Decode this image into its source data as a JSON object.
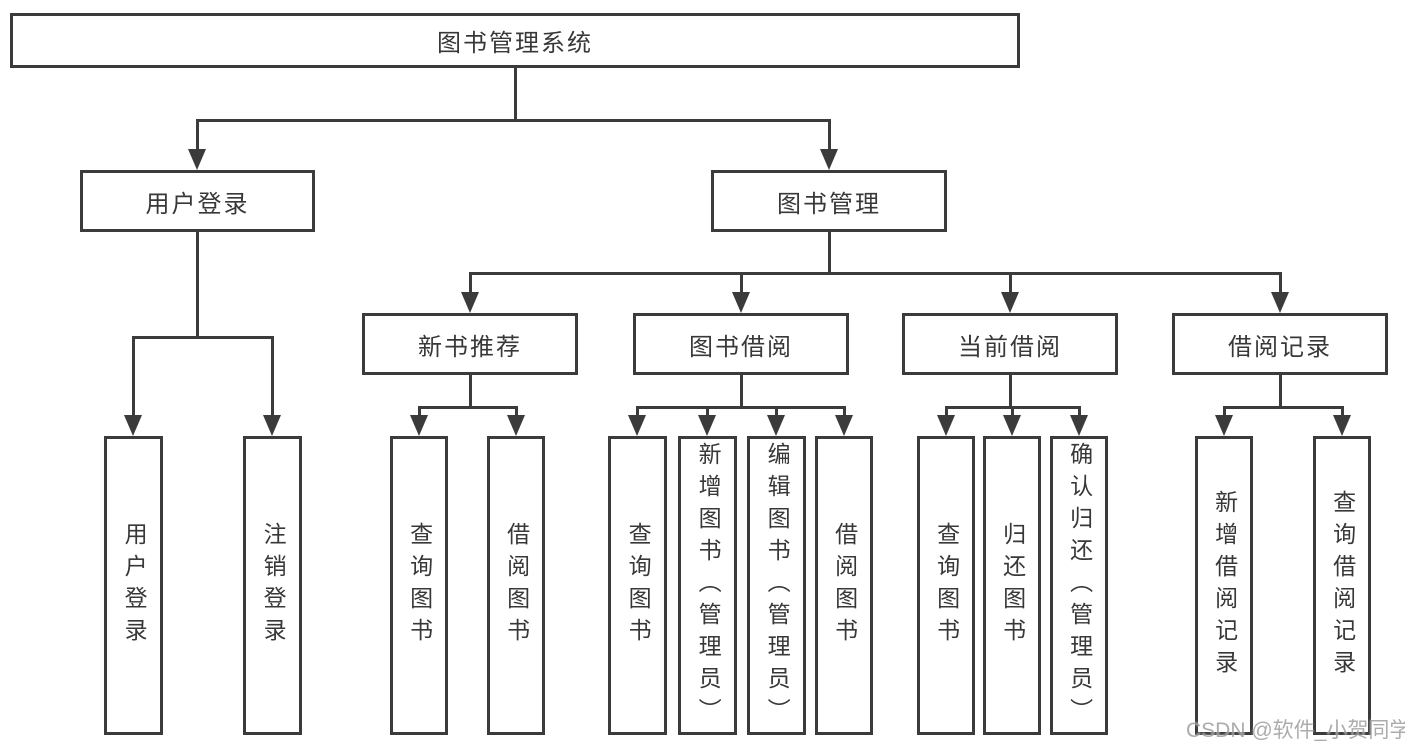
{
  "diagram": {
    "root_label": "图书管理系统",
    "branches": [
      {
        "label": "用户登录",
        "children": [
          {
            "label": "用户登录"
          },
          {
            "label": "注销登录"
          }
        ]
      },
      {
        "label": "图书管理",
        "children": [
          {
            "label": "新书推荐",
            "children": [
              {
                "label": "查询图书"
              },
              {
                "label": "借阅图书"
              }
            ]
          },
          {
            "label": "图书借阅",
            "children": [
              {
                "label": "查询图书"
              },
              {
                "label": "新增图书（管理员）"
              },
              {
                "label": "编辑图书（管理员）"
              },
              {
                "label": "借阅图书"
              }
            ]
          },
          {
            "label": "当前借阅",
            "children": [
              {
                "label": "查询图书"
              },
              {
                "label": "归还图书"
              },
              {
                "label": "确认归还（管理员）"
              }
            ]
          },
          {
            "label": "借阅记录",
            "children": [
              {
                "label": "新增借阅记录"
              },
              {
                "label": "查询借阅记录"
              }
            ]
          }
        ]
      }
    ]
  },
  "watermark": {
    "text": "CSDN @软件_小贺同学"
  },
  "colors": {
    "line": "#3b3b3b",
    "text": "#383838",
    "watermark": "#9e9e9e",
    "background": "#ffffff"
  }
}
